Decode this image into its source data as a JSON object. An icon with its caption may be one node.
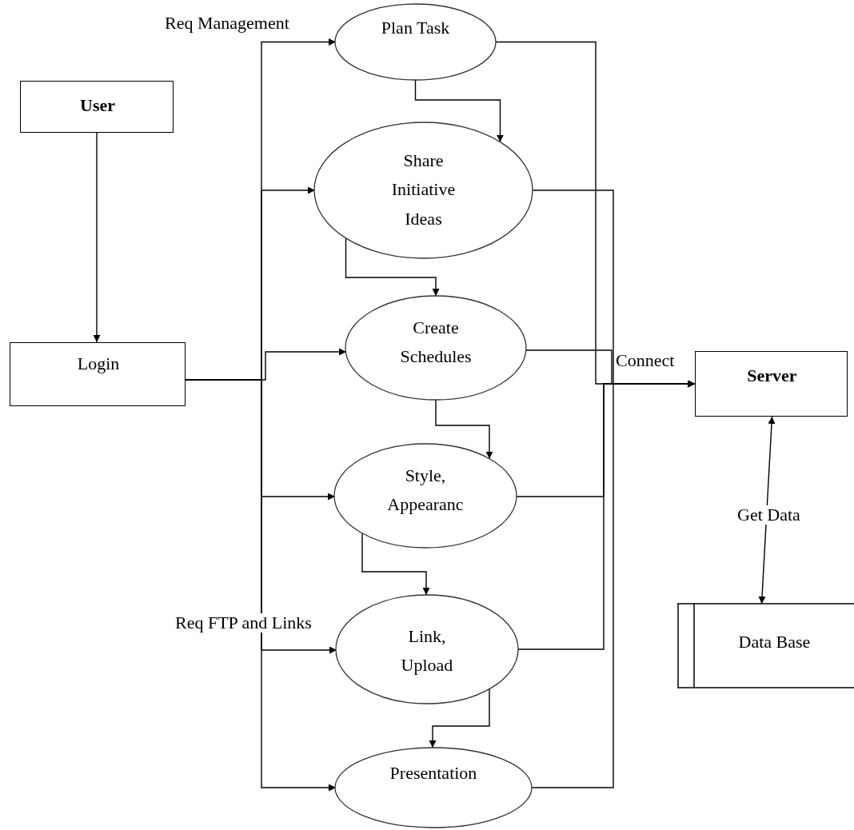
{
  "diagram": {
    "nodes": [
      {
        "text": [
          "User"
        ]
      },
      {
        "text": [
          "Login"
        ]
      },
      {
        "text": [
          "Plan Task"
        ]
      },
      {
        "text": [
          "Share Initiative Ideas"
        ]
      },
      {
        "text": [
          "Create Schedules"
        ]
      },
      {
        "text": [
          "Style, Appearanc"
        ]
      },
      {
        "text": [
          "Link, Upload"
        ]
      },
      {
        "text": [
          "Presentation"
        ]
      },
      {
        "text": [
          "Server"
        ]
      },
      {
        "text": [
          "Data Base"
        ]
      }
    ],
    "edges": [
      {
        "from": 0,
        "to": 1,
        "arrow": "to"
      },
      {
        "from": 1,
        "to": 2,
        "arrow": "to",
        "label": "Req Management"
      },
      {
        "from": 1,
        "to": 3,
        "arrow": "to"
      },
      {
        "from": 1,
        "to": 4,
        "arrow": "to"
      },
      {
        "from": 1,
        "to": 5,
        "arrow": "to"
      },
      {
        "from": 1,
        "to": 6,
        "arrow": "to",
        "label": "Req FTP and Links"
      },
      {
        "from": 1,
        "to": 7,
        "arrow": "to"
      },
      {
        "from": 2,
        "to": 3,
        "arrow": "to"
      },
      {
        "from": 3,
        "to": 4,
        "arrow": "to"
      },
      {
        "from": 4,
        "to": 5,
        "arrow": "to"
      },
      {
        "from": 5,
        "to": 6,
        "arrow": "to"
      },
      {
        "from": 6,
        "to": 7,
        "arrow": "to"
      },
      {
        "from": 2,
        "to": 8,
        "arrow": "to"
      },
      {
        "from": 3,
        "to": 8,
        "arrow": "to"
      },
      {
        "from": 4,
        "to": 8,
        "arrow": "to",
        "label": "Connect"
      },
      {
        "from": 5,
        "to": 8,
        "arrow": "to"
      },
      {
        "from": 6,
        "to": 8,
        "arrow": "to"
      },
      {
        "from": 7,
        "to": 8,
        "arrow": "to"
      },
      {
        "from": 8,
        "to": 9,
        "arrow": "both",
        "label": "Get Data"
      }
    ]
  }
}
